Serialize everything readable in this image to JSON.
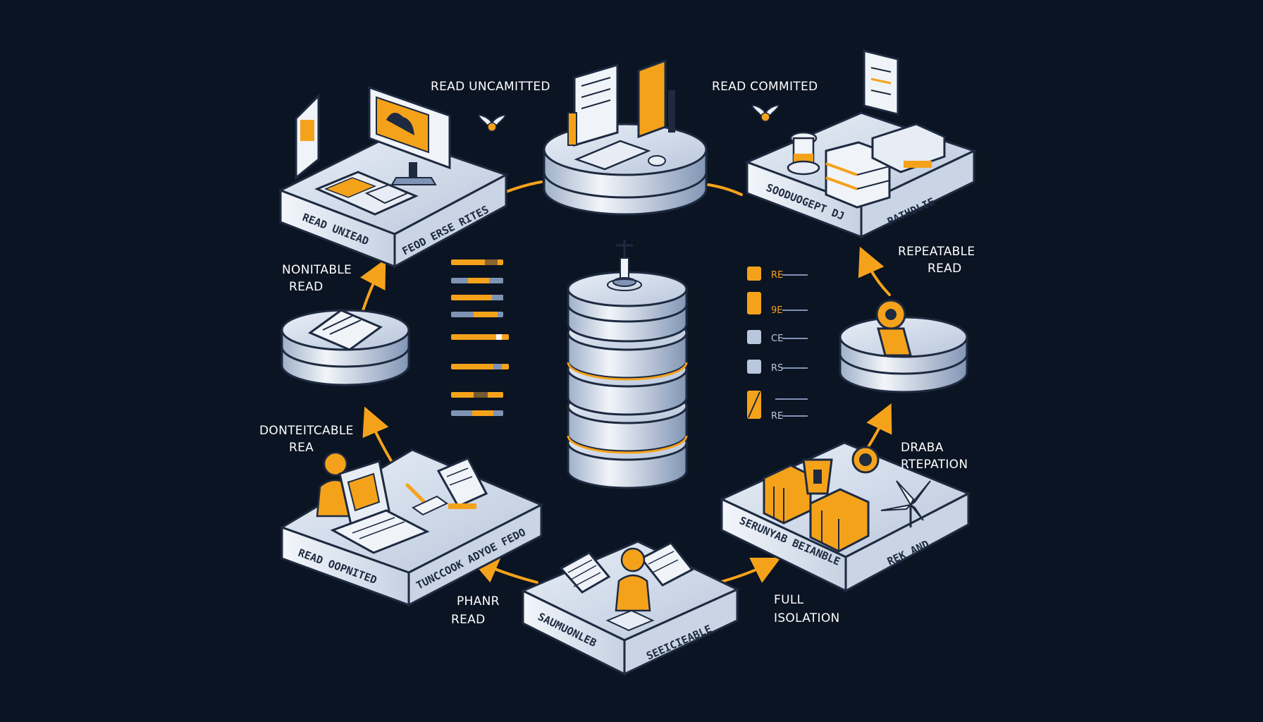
{
  "colors": {
    "background": "#0b1422",
    "accent": "#f5a21b",
    "navy": "#1d2a40",
    "platform_top": "#d6e0ee",
    "platform_side": "#eef2f8",
    "steel": "#7f93b4"
  },
  "labels": {
    "read_uncammitted": "READ UNCAMITTED",
    "read_committed": "READ COMMITED",
    "nonitable_1": "NONITABLE",
    "nonitable_2": "READ",
    "repeatable_1": "REPEATABLE",
    "repeatable_2": "READ",
    "donteitcable_1": "DONTEITCABLE",
    "donteitcable_2": "REA",
    "draba_1": "DRABA",
    "draba_2": "RTEPATION",
    "phanr_1": "PHANR",
    "phanr_2": "READ",
    "full_1": "FULL",
    "full_2": "ISOLATION"
  },
  "platforms": {
    "top_left_front": "READ UNIEAD",
    "top_left_side": "FEOD ERSE RITES",
    "top_right_front": "SOODUOGEPT DJ",
    "top_right_side": "PATHDLIE",
    "bottom_left_front": "READ OOPNITED",
    "bottom_left_side": "TUNCCOOK ADYOE FEDO",
    "bottom_center_front": "SAUMUONLEB",
    "bottom_center_side": "SEEICIEABLE",
    "bottom_right_front": "SERUNYAB BEIANBLE",
    "bottom_right_side": "REK AND"
  },
  "legend_right": [
    "RE",
    "9E",
    "CE",
    "RS",
    "RE"
  ]
}
